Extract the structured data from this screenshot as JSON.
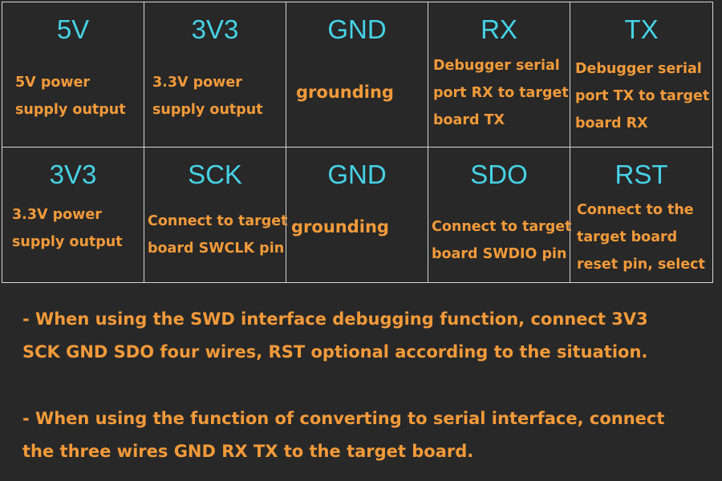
{
  "rows": [
    [
      {
        "name": "5V",
        "desc": [
          "5V power",
          "supply output"
        ]
      },
      {
        "name": "3V3",
        "desc": [
          "3.3V power",
          "supply output"
        ]
      },
      {
        "name": "GND",
        "desc": [
          "grounding"
        ]
      },
      {
        "name": "RX",
        "desc": [
          "Debugger serial",
          "port RX to target",
          "board TX"
        ]
      },
      {
        "name": "TX",
        "desc": [
          "Debugger serial",
          "port TX to target",
          "board RX"
        ]
      }
    ],
    [
      {
        "name": "3V3",
        "desc": [
          "3.3V power",
          "supply output"
        ]
      },
      {
        "name": "SCK",
        "desc": [
          "Connect to target",
          "board SWCLK pin"
        ]
      },
      {
        "name": "GND",
        "desc": [
          "grounding"
        ]
      },
      {
        "name": "SDO",
        "desc": [
          "Connect to target",
          "board SWDIO pin"
        ]
      },
      {
        "name": "RST",
        "desc": [
          "Connect to the",
          "target board",
          "reset pin, select"
        ]
      }
    ]
  ],
  "notes": {
    "swd": [
      "- When using the SWD interface debugging function, connect 3V3",
      "SCK GND SDO four wires, RST optional according to the situation."
    ],
    "serial": [
      "- When using the function of converting to serial interface, connect",
      "the three wires GND RX TX to the target board."
    ]
  },
  "colors": {
    "background": "#282828",
    "pin_name": "#46d2e6",
    "description": "#f29a3a",
    "grid": "#d6d6d6"
  }
}
